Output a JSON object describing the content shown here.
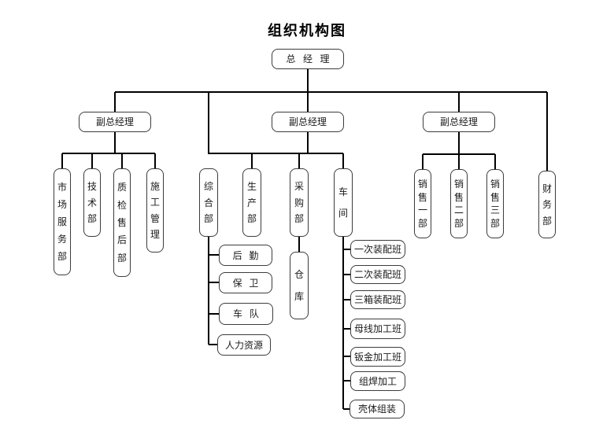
{
  "title": "组织机构图",
  "org": {
    "root": "总经理",
    "deputy1": "副总经理",
    "deputy2": "副总经理",
    "deputy3": "副总经理",
    "finance": "财务部",
    "left_depts": [
      "市场服务部",
      "技术部",
      "质检售后部",
      "施工管理"
    ],
    "middle_depts": [
      "综合部",
      "生产部",
      "采购部",
      "车间"
    ],
    "admin_children": [
      "后勤",
      "保卫",
      "车队",
      "人力资源"
    ],
    "warehouse": "仓库",
    "workshop_children": [
      "一次装配班",
      "二次装配班",
      "三箱装配班",
      "母线加工班",
      "钣金加工班",
      "组焊加工",
      "壳体组装"
    ],
    "sales_depts": [
      "销售一部",
      "销售二部",
      "销售三部"
    ],
    "line_color": "#000000",
    "box_border_color": "#3c3c3c"
  }
}
